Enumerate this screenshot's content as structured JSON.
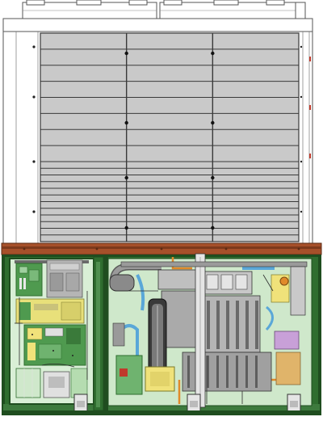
{
  "figure": {
    "subject": "gas-engine-driven-outdoor-unit",
    "colors": {
      "housing": "#ffffff",
      "housing_stroke": "#555555",
      "coil_fill": "#c9c9c9",
      "coil_line": "#3a3a3a",
      "base_frame": "#a6502a",
      "compartment_border": "#2f6d2f",
      "compartment_fill": "#d9efd6",
      "pcb_green": "#4f9a4f",
      "pcb_yellow": "#e8e07a",
      "engine_grey": "#bfbfbf",
      "engine_dark": "#6a6a6a",
      "pipe_blue": "#5aa7d8",
      "pipe_orange": "#e08a2a",
      "accent_purple": "#c8a0d8",
      "accent_yellow": "#f0e27a"
    },
    "fan_guards": 2,
    "coil_columns": 3,
    "coil_rows_upper": 8,
    "coil_rows_lower_fine": 12,
    "feet": 3
  }
}
